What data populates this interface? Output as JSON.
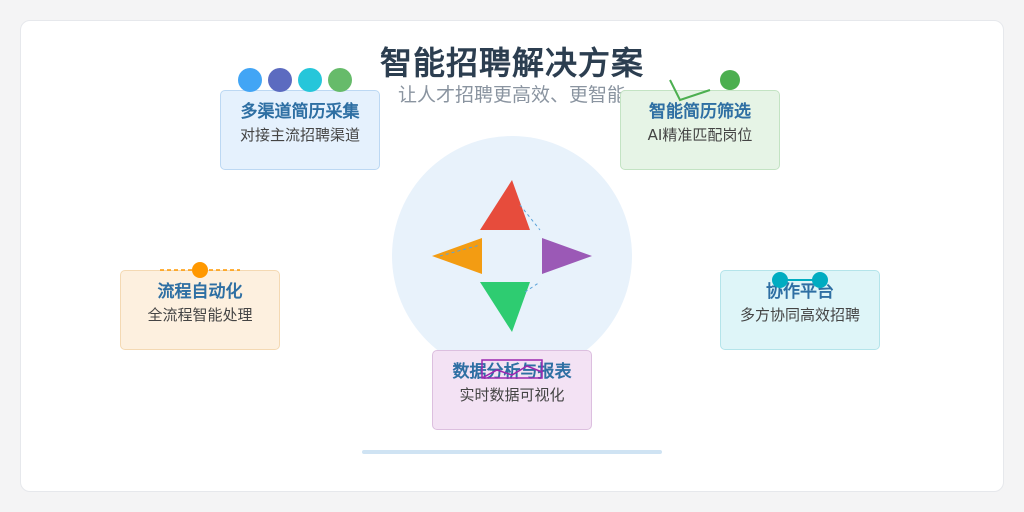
{
  "title": "智能招聘解决方案",
  "subtitle": "让人才招聘更高效、更智能",
  "modules": [
    {
      "title": "多渠道简历采集",
      "desc": "对接主流招聘渠道",
      "color": "#4aa5f0"
    },
    {
      "title": "智能简历筛选",
      "desc": "AI精准匹配岗位",
      "color": "#4caf50"
    },
    {
      "title": "流程自动化",
      "desc": "全流程智能处理",
      "color": "#ff9800"
    },
    {
      "title": "协作平台",
      "desc": "多方协同高效招聘",
      "color": "#00acc1"
    },
    {
      "title": "数据分析与报表",
      "desc": "实时数据可视化",
      "color": "#9c27b0"
    }
  ],
  "hub_colors": {
    "up": "#e74c3c",
    "left": "#f39c12",
    "right": "#9b59b6",
    "down": "#2ecc71",
    "circle": "#e8f2fb"
  },
  "channel_dot_colors": [
    "#42a5f5",
    "#5c6bc0",
    "#26c6da",
    "#66bb6a"
  ]
}
